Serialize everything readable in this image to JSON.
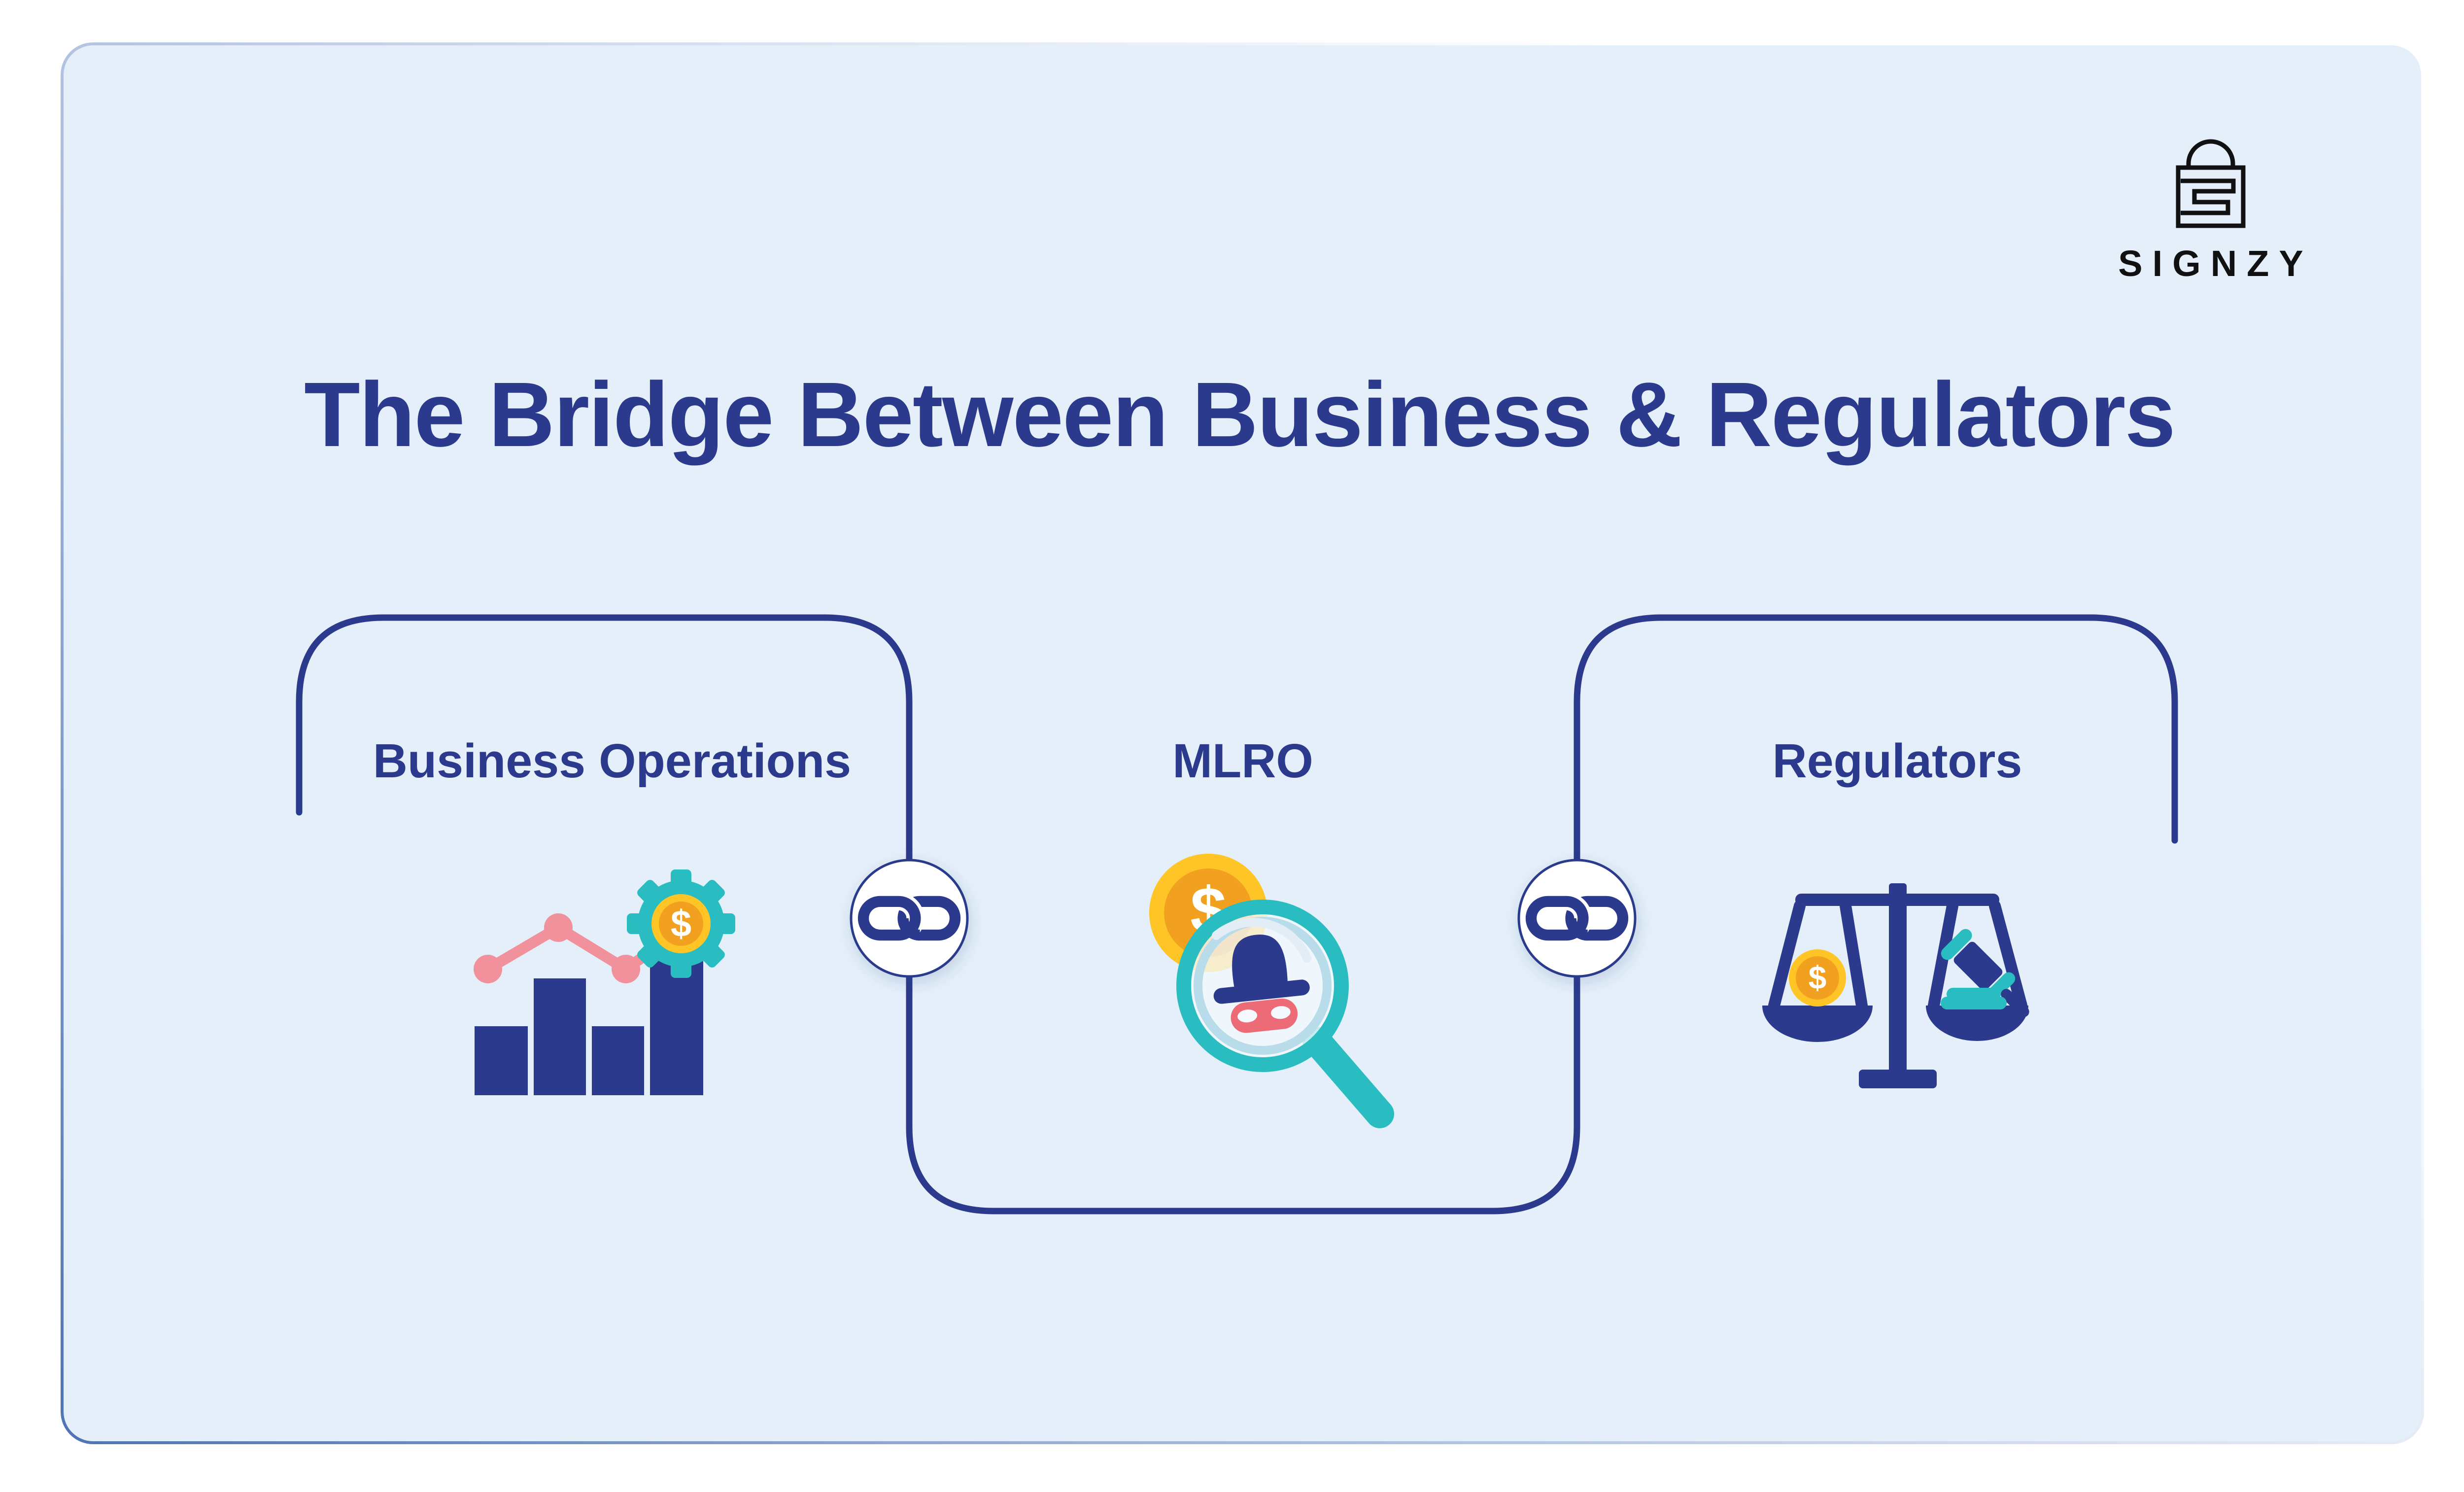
{
  "brand": {
    "name": "SIGNZY",
    "logo_icon": "padlock-s-maze-icon"
  },
  "title": "The Bridge Between Business & Regulators",
  "sections": [
    {
      "label": "Business Operations",
      "icon": "bar-chart-growth-gear-icon"
    },
    {
      "label": "MLRO",
      "icon": "money-fraud-magnifier-icon"
    },
    {
      "label": "Regulators",
      "icon": "balance-scale-gavel-icon"
    }
  ],
  "connectors": [
    {
      "icon": "chain-link-icon"
    },
    {
      "icon": "chain-link-icon"
    }
  ],
  "icons": {
    "dollar": "$"
  },
  "colors": {
    "navy": "#2B3A8C",
    "teal": "#29BDC1",
    "pink": "#F0919B",
    "yellow": "#FFC527",
    "orange": "#F1A11F",
    "coral": "#ED6B76",
    "glassring": "#B9DCEA",
    "cardbg": "#E4EFF9",
    "cardborder": "#4E74B4",
    "ink": "#111111"
  }
}
